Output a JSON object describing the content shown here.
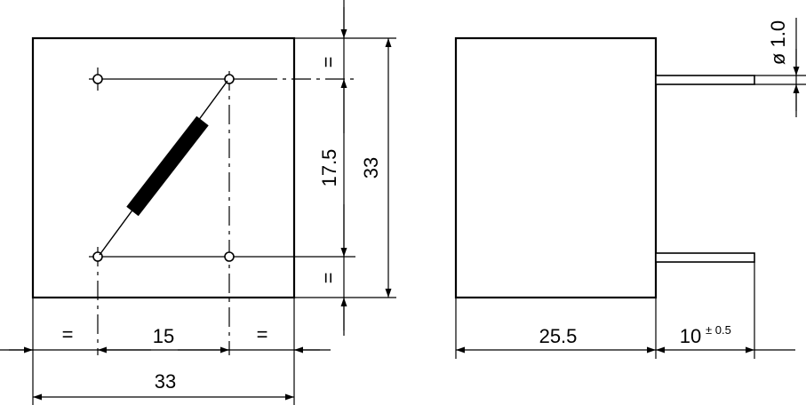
{
  "top_view": {
    "dim_equal_left": "=",
    "dim_pin_spacing_x": "15",
    "dim_equal_right": "=",
    "dim_width": "33",
    "dim_equal_top": "=",
    "dim_pin_spacing_y": "17.5",
    "dim_equal_bottom": "=",
    "dim_height": "33"
  },
  "side_view": {
    "dim_body_depth": "25.5",
    "dim_pin_length": "10",
    "dim_pin_length_tolerance": "± 0.5",
    "dim_pin_diameter": "ø 1.0"
  }
}
